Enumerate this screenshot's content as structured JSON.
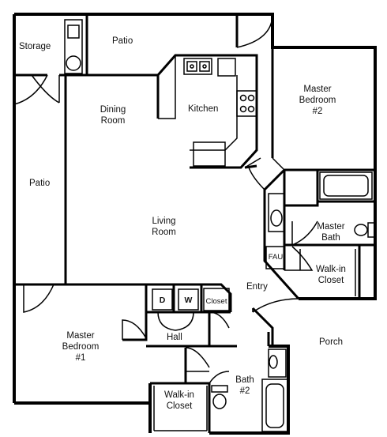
{
  "rooms": {
    "storage": "Storage",
    "patio_top": "Patio",
    "patio_left": "Patio",
    "dining": [
      "Dining",
      "Room"
    ],
    "kitchen": "Kitchen",
    "master_bedroom_2": [
      "Master",
      "Bedroom",
      "#2"
    ],
    "living": [
      "Living",
      "Room"
    ],
    "master_bath": [
      "Master",
      "Bath"
    ],
    "fau": "FAU",
    "walkin_closet_right": [
      "Walk-in",
      "Closet"
    ],
    "entry": "Entry",
    "closet": "Closet",
    "hall": "Hall",
    "porch": "Porch",
    "master_bedroom_1": [
      "Master",
      "Bedroom",
      "#1"
    ],
    "bath_2": [
      "Bath",
      "#2"
    ],
    "walkin_closet_left": [
      "Walk-in",
      "Closet"
    ]
  },
  "appliances": {
    "dryer": "D",
    "washer": "W"
  }
}
